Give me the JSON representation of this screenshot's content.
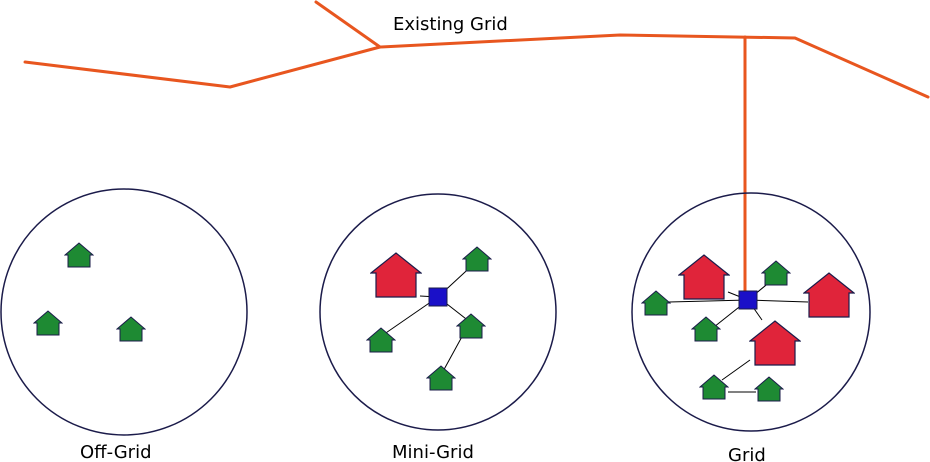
{
  "title": "Existing Grid",
  "labels": {
    "off_grid": "Off-Grid",
    "mini_grid": "Mini-Grid",
    "grid": "Grid"
  },
  "colors": {
    "grid_line": "#e8561f",
    "small_house": "#1e8a33",
    "large_house": "#e0243a",
    "hub": "#1a10c8",
    "outline": "#1b1b4a",
    "connection": "#000000"
  },
  "legend_icons": [
    "small-house-icon",
    "large-house-icon",
    "hub-icon"
  ]
}
